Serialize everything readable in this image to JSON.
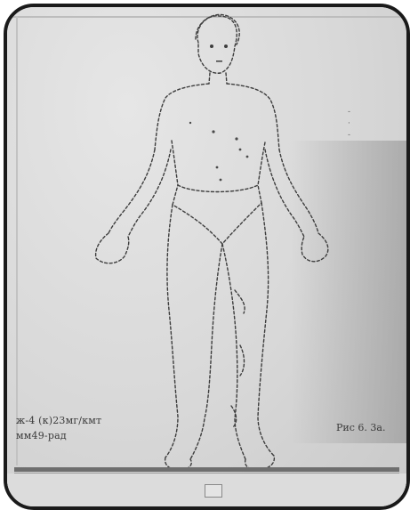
{
  "caption_left": {
    "line1": "ж-4 (к)23мг/кмт",
    "line2": "мм49-рад"
  },
  "caption_right": "Рис 6. 3а.",
  "margin_marks": [
    "-",
    "·",
    "-"
  ],
  "colors": {
    "frame": "#1a1a1a",
    "paper": "#d8d8d8",
    "ink": "#3a3a3a"
  }
}
